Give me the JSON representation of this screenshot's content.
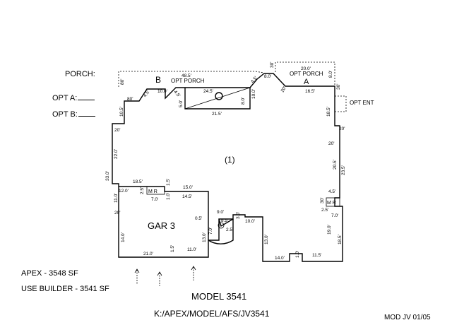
{
  "side_labels": {
    "porch": "PORCH:",
    "opt_a": "OPT A:",
    "opt_b": "OPT B:"
  },
  "plan": {
    "section_b": "B",
    "section_a": "A",
    "opt_porch_left": "OPT PORCH",
    "opt_porch_right": "OPT PORCH",
    "opt_ent": "OPT ENT",
    "room_number": "(1)",
    "garage": "GAR 3",
    "mr_left": "M R",
    "mr_right": "M R",
    "dims": {
      "d485": "48.5'",
      "d80a": "80'",
      "d80b": "80'",
      "d45a": "4.5'",
      "d100a": "10.0'",
      "d45b": "4.5'",
      "d245": "24.5'",
      "d50": "5.0'",
      "d80c": "8.0'",
      "d215": "21.5'",
      "d45c": "4.5'",
      "d30a": "30'",
      "d80d": "8.0'",
      "d200": "20.0'",
      "d80e": "8.0'",
      "d30b": "30'",
      "d20a": "20'",
      "d165": "16.5'",
      "d105": "10.5'",
      "d20b": "20'",
      "d220": "22.0'",
      "d330": "33.0'",
      "d185a": "18.5'",
      "d20c": "20'",
      "d20d": "20'",
      "d100b": "10.0'",
      "d205": "20.5'",
      "d235": "23.5'",
      "d185b": "18.5'",
      "d15a": "1.5'",
      "d120": "12.0'",
      "d25a": "2.5'",
      "d10a": "1.0'",
      "d70a": "7.0'",
      "d150": "15.0'",
      "d145": "14.5'",
      "d110a": "11.0'",
      "d20e": "20'",
      "d05": "0.5'",
      "d90": "9.0'",
      "d85": "8.5'",
      "d70b": "7.0'",
      "d25b": "2.5'",
      "d30c": "3.0'",
      "d100c": "10.0'",
      "d45d": "4.5'",
      "d30d": "30'",
      "d25c": "2.5'",
      "d70c": "7.0'",
      "d190": "19.0'",
      "d185c": "18.5'",
      "d140a": "14.0'",
      "d130a": "13.0'",
      "d130b": "13.0'",
      "d210": "21.0'",
      "d15b": "1.5'",
      "d110b": "11.0'",
      "d140b": "14.0'",
      "d10b": "1.0'",
      "d115": "11.5'"
    }
  },
  "footer": {
    "apex": "APEX - 3548 SF",
    "use_builder": "USE BUILDER - 3541 SF",
    "model": "MODEL 3541",
    "path": "K:/APEX/MODEL/AFS/JV3541",
    "mod": "MOD JV 01/05"
  }
}
